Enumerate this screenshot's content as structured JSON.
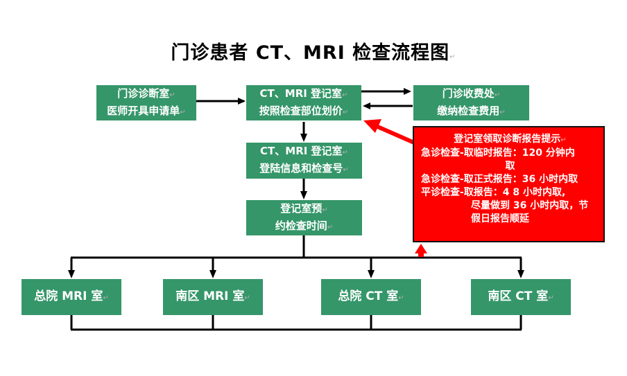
{
  "title": "门诊患者 CT、MRI 检查流程图",
  "nodes": {
    "outpatient_doctor": [
      "门诊诊断室",
      "医师开具申请单"
    ],
    "registration_pricing": [
      "CT、MRI 登记室",
      "按照检查部位划价"
    ],
    "cashier": [
      "门诊收费处",
      "缴纳检查费用"
    ],
    "registration_info": [
      "CT、MRI 登记室",
      "登陆信息和检查号"
    ],
    "appointment": [
      "登记室预",
      "约检查时间"
    ],
    "main_mri": "总院 MRI 室",
    "south_mri": "南区 MRI 室",
    "main_ct": "总院 CT 室",
    "south_ct": "南区 CT 室"
  },
  "notice": {
    "heading": "登记室领取诊断报告提示",
    "lines": [
      "急诊检查-取临时报告：120 分钟内",
      "取",
      "急诊检查-取正式报告：36 小时内取",
      "平诊检查-取报告：4 8 小时内取,",
      "尽量做到 36 小时内取，节",
      "假日报告顺延"
    ]
  },
  "colors": {
    "node_fill": "#359669",
    "notice_fill": "#ff0000",
    "arrow": "#000000",
    "notice_arrow": "#ff0000"
  },
  "paragraph_mark": "↵"
}
